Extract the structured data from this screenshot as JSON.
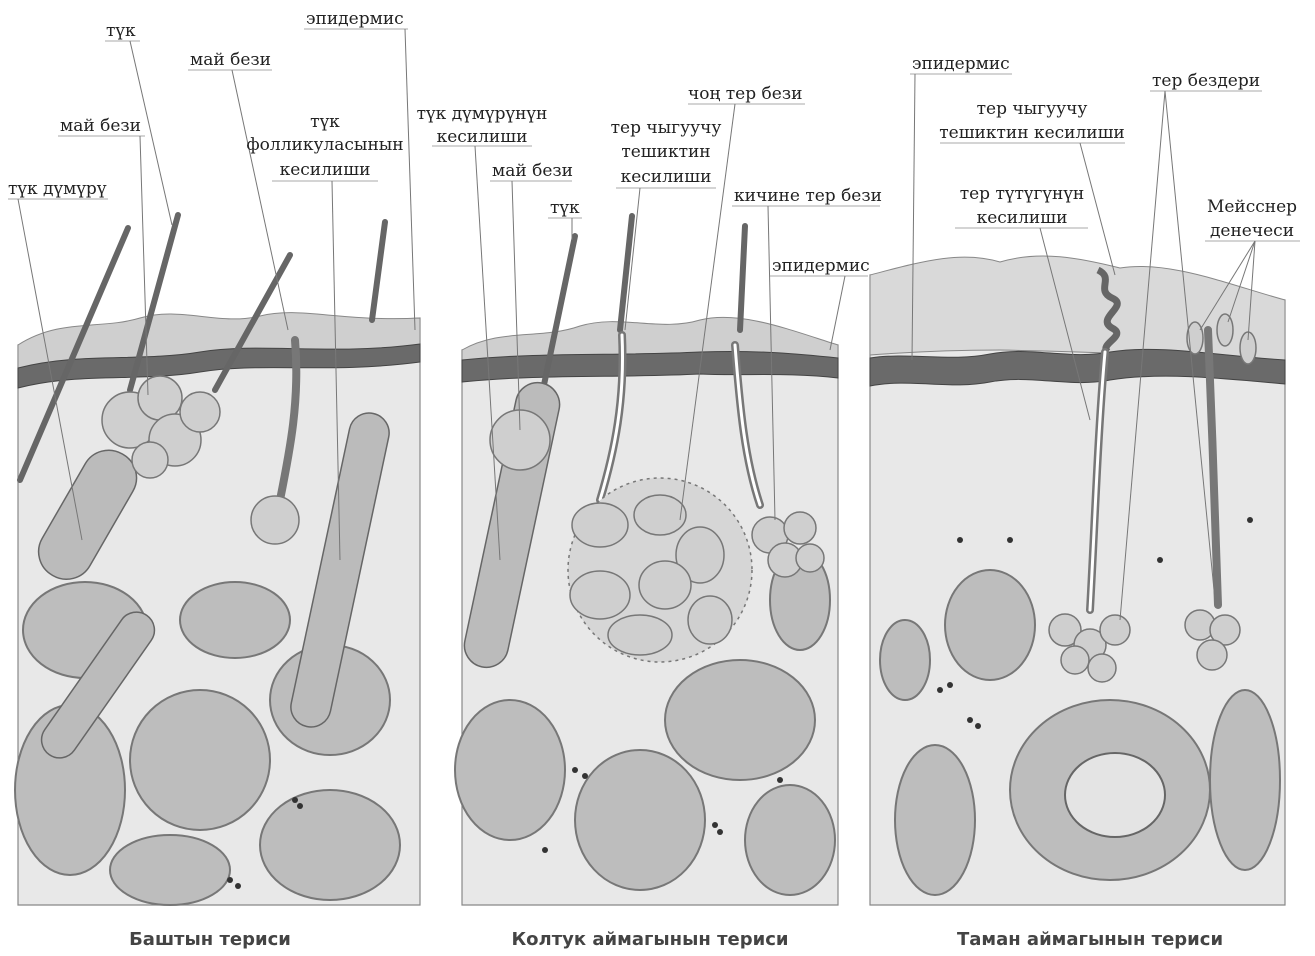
{
  "panels": [
    {
      "caption": "Баштын териси",
      "labels": {
        "hair_shaft": "түк дүмүрү",
        "sebaceous_gland_1": "май бези",
        "hair_1": "түк",
        "sebaceous_gland_2": "май бези",
        "follicle_section_1": "түк",
        "follicle_section_2": "фолликуласынын",
        "follicle_section_3": "кесилиши",
        "epidermis": "эпидермис"
      }
    },
    {
      "caption": "Колтук аймагынын териси",
      "labels": {
        "shaft_section_1": "түк дүмүрүнүн",
        "shaft_section_2": "кесилиши",
        "sebaceous_gland": "май бези",
        "hair": "түк",
        "pore_section_1": "тер чыгуучу",
        "pore_section_2": "тешиктин",
        "pore_section_3": "кесилиши",
        "large_sweat_gland": "чоң тер бези",
        "small_sweat_gland": "кичине тер бези",
        "epidermis": "эпидермис"
      }
    },
    {
      "caption": "Таман аймагынын териси",
      "labels": {
        "epidermis": "эпидермис",
        "pore_section_1": "тер чыгуучу",
        "pore_section_2": "тешиктин кесилиши",
        "duct_section_1": "тер түтүгүнүн",
        "duct_section_2": "кесилиши",
        "sweat_glands": "тер бездери",
        "meissner_1": "Мейсснер",
        "meissner_2": "денечеси"
      }
    }
  ]
}
